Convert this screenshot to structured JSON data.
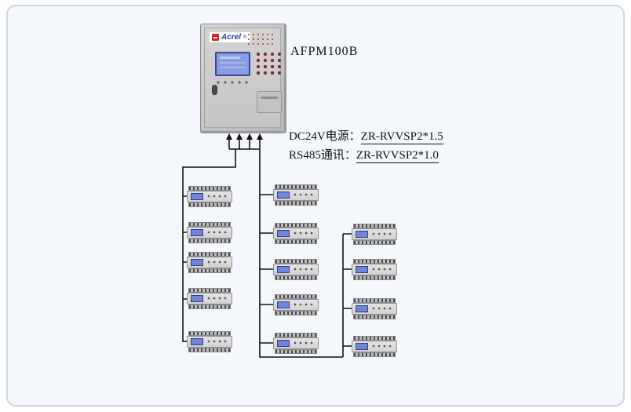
{
  "panel": {
    "brand": "Acrel",
    "brand_mark": "®",
    "model": "AFPM100B"
  },
  "cables": {
    "power_prefix": "DC24V电源：",
    "power_spec": "ZR-RVVSP2*1.5",
    "comm_prefix": "RS485通讯：",
    "comm_spec": "ZR-RVVSP2*1.0"
  },
  "colors": {
    "brand_blue": "#2a3f9d",
    "logo_red": "#e02020",
    "panel_gray": "#c6c6c6",
    "lcd_blue": "#8a9ce0",
    "wire_black": "#111111",
    "canvas_bg": "#f4f7fb"
  },
  "devices": {
    "columns": [
      {
        "name": "column-1",
        "count": 5
      },
      {
        "name": "column-2",
        "count": 5
      },
      {
        "name": "column-3",
        "count": 4
      }
    ],
    "total": 14
  }
}
